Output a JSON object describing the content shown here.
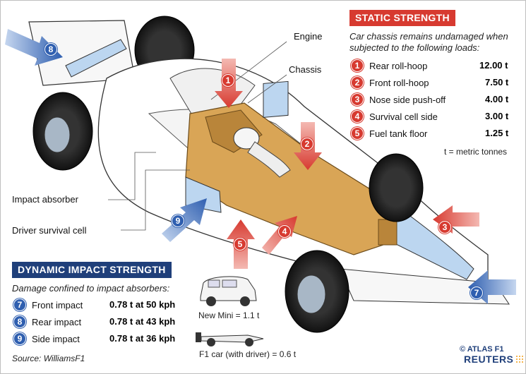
{
  "labels": {
    "engine": "Engine",
    "chassis": "Chassis",
    "impact_absorber": "Impact absorber",
    "driver_survival_cell": "Driver survival cell"
  },
  "static": {
    "title": "STATIC STRENGTH",
    "subtitle_line1": "Car chassis remains undamaged when",
    "subtitle_line2": "subjected to the following loads:",
    "items": [
      {
        "num": "1",
        "label": "Rear roll-hoop",
        "value": "12.00 t"
      },
      {
        "num": "2",
        "label": "Front roll-hoop",
        "value": "7.50 t"
      },
      {
        "num": "3",
        "label": "Nose side push-off",
        "value": "4.00 t"
      },
      {
        "num": "4",
        "label": "Survival cell side",
        "value": "3.00 t"
      },
      {
        "num": "5",
        "label": "Fuel tank floor",
        "value": "1.25 t"
      }
    ],
    "note": "t = metric tonnes"
  },
  "dynamic": {
    "title": "DYNAMIC IMPACT STRENGTH",
    "subtitle": "Damage confined to impact absorbers:",
    "items": [
      {
        "num": "7",
        "label": "Front impact",
        "value": "0.78 t at 50 kph"
      },
      {
        "num": "8",
        "label": "Rear impact",
        "value": "0.78 t at 43 kph"
      },
      {
        "num": "9",
        "label": "Side impact",
        "value": "0.78 t at 36 kph"
      }
    ]
  },
  "comparison": {
    "mini": "New Mini = 1.1 t",
    "f1": "F1 car (with driver) = 0.6 t"
  },
  "arrow_numbers": [
    "1",
    "2",
    "3",
    "4",
    "5",
    "7",
    "8",
    "9"
  ],
  "source": "Source: WilliamsF1",
  "credit": {
    "atlas": "© ATLAS F1",
    "reuters": "REUTERS"
  },
  "colors": {
    "red": "#d73a30",
    "navy": "#1f3f7a",
    "blue_arrow": "#2f5fb0",
    "chassis_orange": "#d9a556",
    "absorber_blue": "#bcd6f0"
  }
}
